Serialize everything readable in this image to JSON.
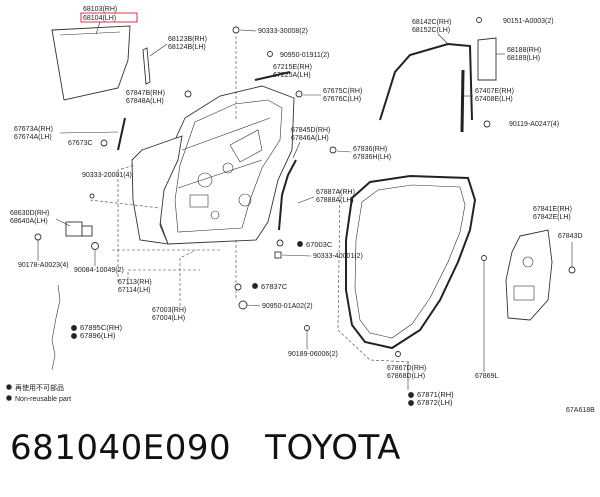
{
  "labels": {
    "glass_rh": "68103(RH)",
    "glass_lh": "68104(LH)",
    "l68123": "68123B(RH)",
    "l68124": "68124B(LH)",
    "l90333a": "90333-30008(2)",
    "l90950a": "90950-01911(2)",
    "l67215": "67215E(RH)",
    "l67225": "67225A(LH)",
    "l67675": "67675C(RH)",
    "l67676": "67676C(LH)",
    "l67847": "67847B(RH)",
    "l67848": "67848A(LH)",
    "l67673a": "67673A(RH)",
    "l67674": "67674A(LH)",
    "l67673c": "67673C",
    "l90333b": "90333-20001(4)",
    "l68630": "68630D(RH)",
    "l68640": "68640A(LH)",
    "l90178": "90178-A0023(4)",
    "l90084": "90084-10049(2)",
    "l67113": "67113(RH)",
    "l67114": "67114(LH)",
    "l67003": "67003(RH)",
    "l67004": "67004(LH)",
    "l67895": "67895C(RH)",
    "l67896": "67896(LH)",
    "l67845": "67845D(RH)",
    "l67846": "67846A(LH)",
    "l67836": "67836(RH)",
    "l67836h": "67836H(LH)",
    "l67887": "67887A(RH)",
    "l67888": "67888A(LH)",
    "l67003c": "67003C",
    "l90333c": "90333-40001(2)",
    "l67837": "67837C",
    "l90950b": "90950-01A02(2)",
    "l90189": "90189-06006(2)",
    "l68142": "68142C(RH)",
    "l68152": "68152C(LH)",
    "l90151": "90151-A0003(2)",
    "l68188": "68188(RH)",
    "l68189": "68189(LH)",
    "l67407": "67407E(RH)",
    "l67408": "67408E(LH)",
    "l90119": "90119-A0247(4)",
    "l67841": "67841E(RH)",
    "l67842": "67842E(LH)",
    "l67843": "67843D",
    "l67867": "67867D(RH)",
    "l67868": "67868D(LH)",
    "l67869": "67869L",
    "l67871": "67871(RH)",
    "l67872": "67872(LH)",
    "legend_jp": "再使用不可部品",
    "legend_en": "Non-reusable part",
    "ref": "67A618B"
  },
  "footer": {
    "part_number": "681040E090",
    "brand": "TOYOTA"
  },
  "colors": {
    "highlight": "#d0021b"
  }
}
